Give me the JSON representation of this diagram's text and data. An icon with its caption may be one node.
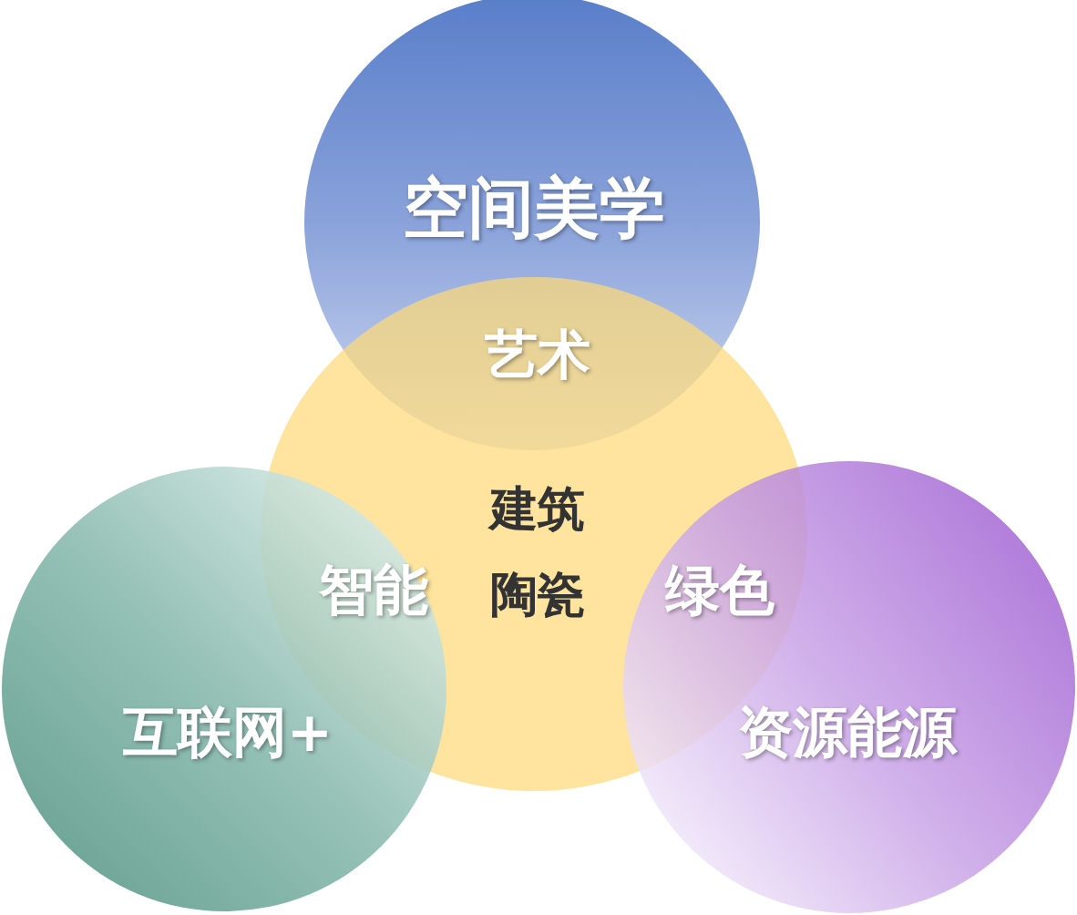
{
  "diagram": {
    "nodes": [
      {
        "text": [
          "空间美学"
        ]
      },
      {
        "text": [
          "建筑陶瓷"
        ]
      },
      {
        "text": [
          "互联网+"
        ]
      },
      {
        "text": [
          "资源能源"
        ]
      }
    ],
    "labels": [
      "艺术",
      "智能",
      "绿色"
    ]
  }
}
